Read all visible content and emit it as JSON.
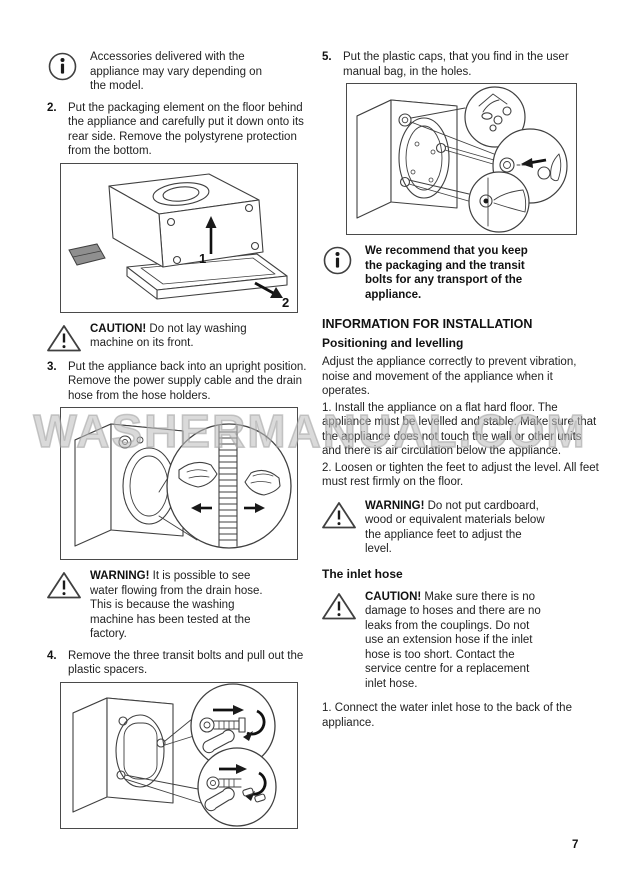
{
  "page": {
    "watermark": "WASHERMANUAL.COM",
    "number": "7"
  },
  "icons": {
    "info": "info-icon",
    "warning": "warning-triangle-icon"
  },
  "left": {
    "note_accessories": {
      "text": "Accessories delivered with the appliance may vary depending on the model."
    },
    "step2": {
      "num": "2.",
      "text": "Put the packaging element on the floor behind the appliance and carefully put it down onto its rear side. Remove the polystyrene protection from the bottom."
    },
    "figure_packaging": {
      "label1": "1",
      "label2": "2"
    },
    "caution_front": {
      "label": "CAUTION!",
      "text": "Do not lay washing machine on its front."
    },
    "step3": {
      "num": "3.",
      "text": "Put the appliance back into an upright position. Remove the power supply cable and the drain hose from the hose holders."
    },
    "warning_water": {
      "label": "WARNING!",
      "text": "It is possible to see water flowing from the drain hose. This is because the washing machine has been tested at the factory."
    },
    "step4": {
      "num": "4.",
      "text": "Remove the three transit bolts and pull out the plastic spacers."
    }
  },
  "right": {
    "step5": {
      "num": "5.",
      "text": "Put the plastic caps, that you find in the user manual bag, in the holes."
    },
    "note_recommend": {
      "text": "We recommend that you keep the packaging and the transit bolts for any transport of the appliance."
    },
    "heading_installation": "INFORMATION FOR INSTALLATION",
    "sub_positioning": "Positioning and levelling",
    "para_adjust": "Adjust the appliance correctly to prevent vibration, noise and movement of the appliance when it operates.",
    "para_install": "1. Install the appliance on a flat hard floor. The appliance must be levelled and stable. Make sure that the appliance does not touch the wall or other units and there is air circulation below the appliance.",
    "para_loosen": "2. Loosen or tighten the feet to adjust the level. All feet must rest firmly on the floor.",
    "warning_cardboard": {
      "label": "WARNING!",
      "text": "Do not put cardboard, wood or equivalent materials below the appliance feet to adjust the level."
    },
    "sub_inlet": "The inlet hose",
    "caution_hose": {
      "label": "CAUTION!",
      "text": "Make sure there is no damage to hoses and there are no leaks from the couplings. Do not use an extension hose if the inlet hose is too short. Contact the service centre for a replacement inlet hose."
    },
    "para_connect": "1. Connect the water inlet hose to the back of the appliance."
  }
}
